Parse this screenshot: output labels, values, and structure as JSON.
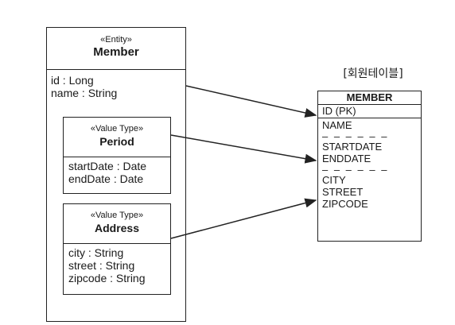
{
  "entity": {
    "stereotype": "«Entity»",
    "name": "Member",
    "attributes": [
      "id : Long",
      "name : String"
    ]
  },
  "period": {
    "stereotype": "«Value Type»",
    "name": "Period",
    "attributes": [
      "startDate : Date",
      "endDate : Date"
    ]
  },
  "address": {
    "stereotype": "«Value Type»",
    "name": "Address",
    "attributes": [
      "city : String",
      "street : String",
      "zipcode : String"
    ]
  },
  "table": {
    "caption": "[회원테이블]",
    "name": "MEMBER",
    "pk": "ID (PK)",
    "columns": [
      "NAME",
      "– – – – – –",
      "STARTDATE",
      "ENDDATE",
      "– – – – – –",
      "CITY",
      "STREET",
      "ZIPCODE"
    ]
  }
}
